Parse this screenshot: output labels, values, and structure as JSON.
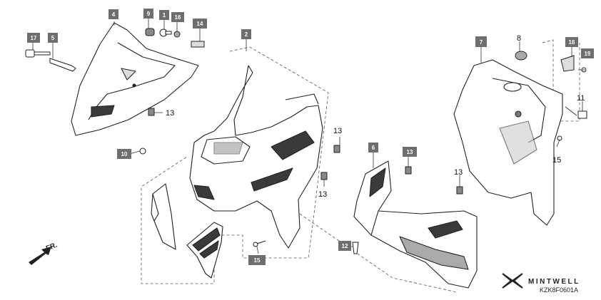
{
  "diagram": {
    "drawing_code": "KZK8F0601A",
    "watermark": "MINTWELL",
    "front_label": "FR.",
    "callouts": {
      "c4": "4",
      "c9": "9",
      "c1": "1",
      "c16": "16",
      "c14": "14",
      "c17": "17",
      "c5": "5",
      "c2": "2",
      "c10": "10",
      "c13a": "13",
      "c13b": "13",
      "c13c": "13",
      "c6": "6",
      "c13d": "13",
      "c13e": "13",
      "c12": "12",
      "c15a": "15",
      "c7": "7",
      "c8": "8",
      "c18": "18",
      "c19": "19",
      "c11": "11",
      "c15b": "15"
    }
  },
  "colors": {
    "callout_box": "#6e6e6e",
    "line": "#333333",
    "part_fill": "#ffffff",
    "shade": "#3a3a3a"
  }
}
